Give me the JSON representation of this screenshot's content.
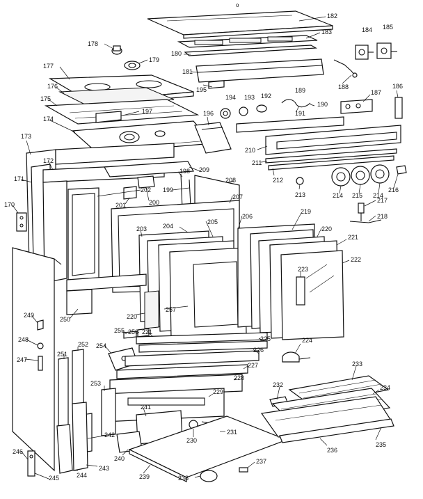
{
  "diagram": {
    "top_mark": "o",
    "parts": [
      {
        "id": "p182",
        "label": "182"
      },
      {
        "id": "p183",
        "label": "183"
      },
      {
        "id": "p184",
        "label": "184"
      },
      {
        "id": "p185",
        "label": "185"
      },
      {
        "id": "p178",
        "label": "178"
      },
      {
        "id": "p179",
        "label": "179"
      },
      {
        "id": "p180",
        "label": "180"
      },
      {
        "id": "p177",
        "label": "177"
      },
      {
        "id": "p181",
        "label": "181"
      },
      {
        "id": "p188",
        "label": "188"
      },
      {
        "id": "p176",
        "label": "176"
      },
      {
        "id": "p195",
        "label": "195"
      },
      {
        "id": "p194",
        "label": "194"
      },
      {
        "id": "p193",
        "label": "193"
      },
      {
        "id": "p192",
        "label": "192"
      },
      {
        "id": "p189",
        "label": "189"
      },
      {
        "id": "p187",
        "label": "187"
      },
      {
        "id": "p186",
        "label": "186"
      },
      {
        "id": "p175",
        "label": "175"
      },
      {
        "id": "p197",
        "label": "197"
      },
      {
        "id": "p191",
        "label": "191"
      },
      {
        "id": "p190",
        "label": "190"
      },
      {
        "id": "p196",
        "label": "196"
      },
      {
        "id": "p174",
        "label": "174"
      },
      {
        "id": "p210",
        "label": "210"
      },
      {
        "id": "p173",
        "label": "173"
      },
      {
        "id": "p211",
        "label": "211"
      },
      {
        "id": "p209",
        "label": "209"
      },
      {
        "id": "p172",
        "label": "172"
      },
      {
        "id": "p198",
        "label": "198"
      },
      {
        "id": "p212",
        "label": "212"
      },
      {
        "id": "p171",
        "label": "171"
      },
      {
        "id": "p199",
        "label": "199"
      },
      {
        "id": "p208",
        "label": "208"
      },
      {
        "id": "p202",
        "label": "202"
      },
      {
        "id": "p213",
        "label": "213"
      },
      {
        "id": "p214a",
        "label": "214"
      },
      {
        "id": "p215",
        "label": "215"
      },
      {
        "id": "p214b",
        "label": "214"
      },
      {
        "id": "p216",
        "label": "216"
      },
      {
        "id": "p201",
        "label": "201"
      },
      {
        "id": "p200",
        "label": "200"
      },
      {
        "id": "p207",
        "label": "207"
      },
      {
        "id": "p170",
        "label": "170"
      },
      {
        "id": "p217",
        "label": "217"
      },
      {
        "id": "p218",
        "label": "218"
      },
      {
        "id": "p219",
        "label": "219"
      },
      {
        "id": "p204",
        "label": "204"
      },
      {
        "id": "p205",
        "label": "205"
      },
      {
        "id": "p206",
        "label": "206"
      },
      {
        "id": "p203",
        "label": "203"
      },
      {
        "id": "p220a",
        "label": "220"
      },
      {
        "id": "p221a",
        "label": "221"
      },
      {
        "id": "p222",
        "label": "222"
      },
      {
        "id": "p223",
        "label": "223"
      },
      {
        "id": "p257",
        "label": "257"
      },
      {
        "id": "p220b",
        "label": "220"
      },
      {
        "id": "p249",
        "label": "249"
      },
      {
        "id": "p250",
        "label": "250"
      },
      {
        "id": "p255",
        "label": "255"
      },
      {
        "id": "p256",
        "label": "256"
      },
      {
        "id": "p221b",
        "label": "221"
      },
      {
        "id": "p225",
        "label": "225"
      },
      {
        "id": "p248",
        "label": "248"
      },
      {
        "id": "p254",
        "label": "254"
      },
      {
        "id": "p226",
        "label": "226"
      },
      {
        "id": "p224",
        "label": "224"
      },
      {
        "id": "p247",
        "label": "247"
      },
      {
        "id": "p252",
        "label": "252"
      },
      {
        "id": "p251",
        "label": "251"
      },
      {
        "id": "p227",
        "label": "227"
      },
      {
        "id": "p233",
        "label": "233"
      },
      {
        "id": "p228",
        "label": "228"
      },
      {
        "id": "p253",
        "label": "253"
      },
      {
        "id": "p232",
        "label": "232"
      },
      {
        "id": "p234",
        "label": "234"
      },
      {
        "id": "p229",
        "label": "229"
      },
      {
        "id": "p241",
        "label": "241"
      },
      {
        "id": "p231",
        "label": "231"
      },
      {
        "id": "p230",
        "label": "230"
      },
      {
        "id": "p242",
        "label": "242"
      },
      {
        "id": "p235",
        "label": "235"
      },
      {
        "id": "p240",
        "label": "240"
      },
      {
        "id": "p236",
        "label": "236"
      },
      {
        "id": "p246",
        "label": "246"
      },
      {
        "id": "p243",
        "label": "243"
      },
      {
        "id": "p237",
        "label": "237"
      },
      {
        "id": "p244",
        "label": "244"
      },
      {
        "id": "p239",
        "label": "239"
      },
      {
        "id": "p238",
        "label": "238"
      },
      {
        "id": "p245",
        "label": "245"
      }
    ]
  }
}
